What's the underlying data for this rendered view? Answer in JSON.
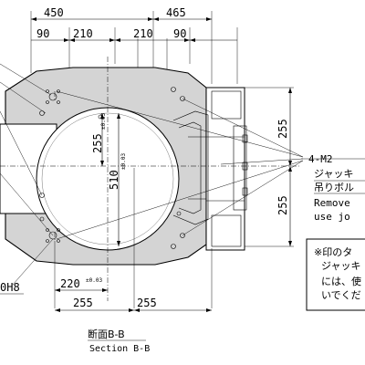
{
  "drawing": {
    "dims_top": {
      "overall_left": "450",
      "overall_right": "465",
      "left_90": "90",
      "left_210": "210",
      "right_210": "210",
      "right_90": "90"
    },
    "dims_center": {
      "height_255": "255",
      "height_255_tol": "±0.03",
      "height_510": "510",
      "height_510_tol": "±0.03",
      "right_255_upper": "255",
      "right_255_lower": "255"
    },
    "dims_bottom": {
      "width_220": "220",
      "width_220_tol": "±0.03",
      "bottom_255_left": "255",
      "bottom_255_right": "255"
    },
    "labels": {
      "hole_fit": "0H8",
      "callout_thread": "4-M2",
      "jack_bolt_jp": "ジャッキ",
      "lifting_bolt_jp": "吊りボル",
      "remove_en": "Remove",
      "use_jo_en": "use jo",
      "section_jp": "断面B-B",
      "section_en": "Section B-B"
    },
    "note_box": {
      "line1": "※印のタ",
      "line2": "ジャッキ",
      "line3": "には、使",
      "line4": "いでくだ"
    }
  }
}
